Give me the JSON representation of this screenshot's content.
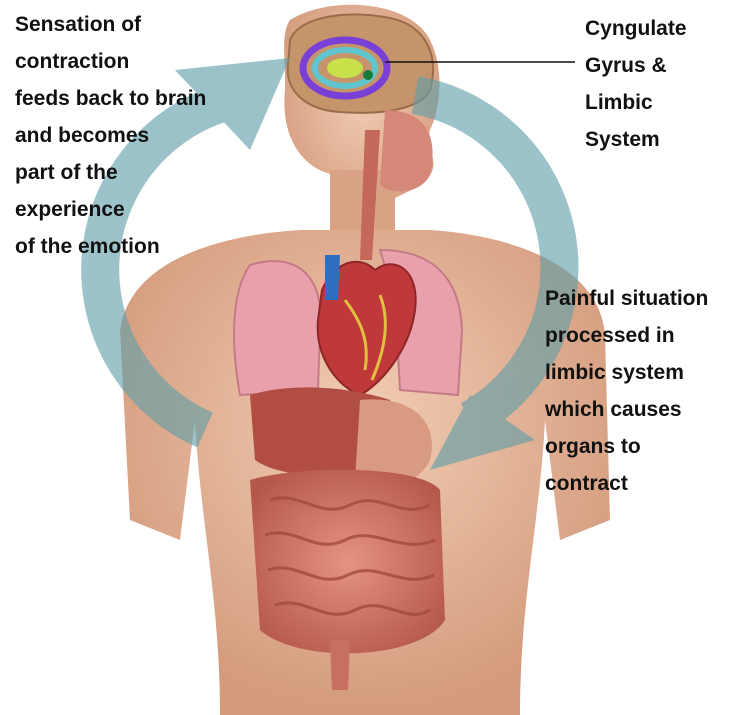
{
  "labels": {
    "left": [
      "Sensation of",
      "contraction",
      "feeds back to brain",
      "and becomes",
      "part of the",
      "experience",
      "of the emotion"
    ],
    "right_top": [
      "Cyngulate",
      "Gyrus &",
      "Limbic",
      "System"
    ],
    "right_mid": [
      "Painful situation",
      "processed in",
      "limbic system",
      "which causes",
      "organs to",
      "contract"
    ]
  },
  "colors": {
    "cycle_arrow": "#5f9ea8",
    "skin": "#e8b89a",
    "lungs": "#e89aa8",
    "heart": "#c0393a",
    "liver": "#a8433a",
    "intestine": "#d77d6d",
    "brain_limbic": "#6a3fd0"
  }
}
